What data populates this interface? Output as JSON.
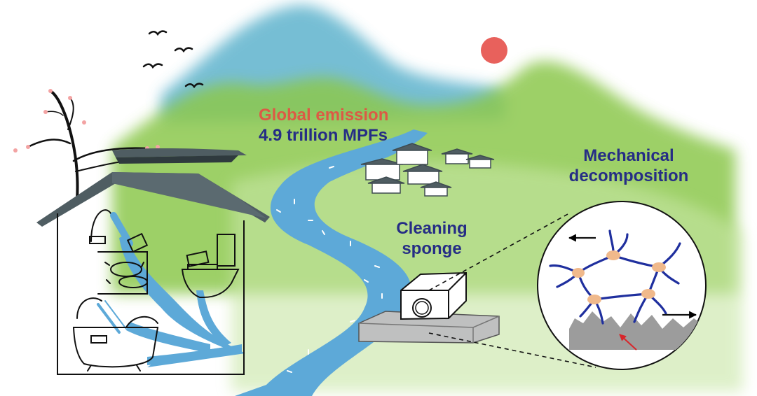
{
  "labels": {
    "emission_line1": "Global emission",
    "emission_line2": "4.9 trillion MPFs",
    "sponge_line1": "Cleaning",
    "sponge_line2": "sponge",
    "mechanical_line1": "Mechanical",
    "mechanical_line2": "decomposition"
  },
  "colors": {
    "emission_red": "#dc5a45",
    "label_blue": "#262d85",
    "sun": "#e8615c",
    "mountain_teal": "#48a9c6",
    "hill_green": "#8cc84e",
    "river_blue": "#5da9d8",
    "roof": "#4f5d62",
    "fiber": "#1f2f9e",
    "node": "#f0b98b"
  },
  "icons": [
    "sun-icon",
    "bird-icon",
    "tree-icon",
    "house-icon",
    "faucet-icon",
    "toilet-icon",
    "bathtub-icon",
    "village-icon",
    "sponge-icon",
    "fiber-network-icon",
    "arrow-icon"
  ]
}
